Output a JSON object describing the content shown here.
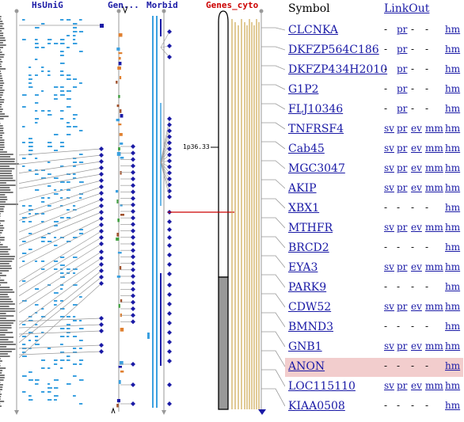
{
  "tracks": {
    "hsunig": "HsUniG",
    "genes_abbrev": "Gen...",
    "morbid": "Morbid",
    "genes_cyto": "Genes_cyto"
  },
  "band_label": "1p36.33",
  "table": {
    "symbol_header": "Symbol",
    "linkout_header": "LinkOut",
    "rows": [
      {
        "symbol": "CLCNKA",
        "sv": "-",
        "pr": "pr",
        "ev": "-",
        "mm": "-",
        "hm": "hm"
      },
      {
        "symbol": "DKFZP564C186",
        "sv": "-",
        "pr": "pr",
        "ev": "-",
        "mm": "-",
        "hm": "hm"
      },
      {
        "symbol": "DKFZP434H2010",
        "sv": "-",
        "pr": "pr",
        "ev": "-",
        "mm": "-",
        "hm": "hm"
      },
      {
        "symbol": "G1P2",
        "sv": "-",
        "pr": "pr",
        "ev": "-",
        "mm": "-",
        "hm": "hm"
      },
      {
        "symbol": "FLJ10346",
        "sv": "-",
        "pr": "pr",
        "ev": "-",
        "mm": "-",
        "hm": "hm"
      },
      {
        "symbol": "TNFRSF4",
        "sv": "sv",
        "pr": "pr",
        "ev": "ev",
        "mm": "mm",
        "hm": "hm"
      },
      {
        "symbol": "Cab45",
        "sv": "sv",
        "pr": "pr",
        "ev": "ev",
        "mm": "mm",
        "hm": "hm"
      },
      {
        "symbol": "MGC3047",
        "sv": "sv",
        "pr": "pr",
        "ev": "ev",
        "mm": "mm",
        "hm": "hm"
      },
      {
        "symbol": "AKIP",
        "sv": "sv",
        "pr": "pr",
        "ev": "ev",
        "mm": "mm",
        "hm": "hm"
      },
      {
        "symbol": "XBX1",
        "sv": "-",
        "pr": "-",
        "ev": "-",
        "mm": "-",
        "hm": "hm"
      },
      {
        "symbol": "MTHFR",
        "sv": "sv",
        "pr": "pr",
        "ev": "ev",
        "mm": "mm",
        "hm": "hm"
      },
      {
        "symbol": "BRCD2",
        "sv": "-",
        "pr": "-",
        "ev": "-",
        "mm": "-",
        "hm": "hm"
      },
      {
        "symbol": "EYA3",
        "sv": "sv",
        "pr": "pr",
        "ev": "ev",
        "mm": "mm",
        "hm": "hm"
      },
      {
        "symbol": "PARK9",
        "sv": "-",
        "pr": "-",
        "ev": "-",
        "mm": "-",
        "hm": "hm"
      },
      {
        "symbol": "CDW52",
        "sv": "sv",
        "pr": "pr",
        "ev": "ev",
        "mm": "mm",
        "hm": "hm"
      },
      {
        "symbol": "BMND3",
        "sv": "-",
        "pr": "-",
        "ev": "-",
        "mm": "-",
        "hm": "hm"
      },
      {
        "symbol": "GNB1",
        "sv": "sv",
        "pr": "pr",
        "ev": "ev",
        "mm": "mm",
        "hm": "hm"
      },
      {
        "symbol": "ANON",
        "sv": "-",
        "pr": "-",
        "ev": "-",
        "mm": "-",
        "hm": "hm",
        "highlight": true
      },
      {
        "symbol": "LOC115110",
        "sv": "sv",
        "pr": "pr",
        "ev": "ev",
        "mm": "mm",
        "hm": "hm"
      },
      {
        "symbol": "KIAA0508",
        "sv": "-",
        "pr": "-",
        "ev": "-",
        "mm": "-",
        "hm": "hm"
      }
    ]
  },
  "colors": {
    "hsunig": "#1a1aa6",
    "genes": "#1a1aa6",
    "morbid": "#1a1aa6",
    "genes_cyto": "#cc0000",
    "link": "#1a1aa6",
    "highlight": "#f2cdcd",
    "connector": "#999999",
    "gene_line": "#c8a040",
    "tick": "#3aa0e0",
    "marker": "#1a1aa6",
    "red_line": "#cc0000"
  }
}
